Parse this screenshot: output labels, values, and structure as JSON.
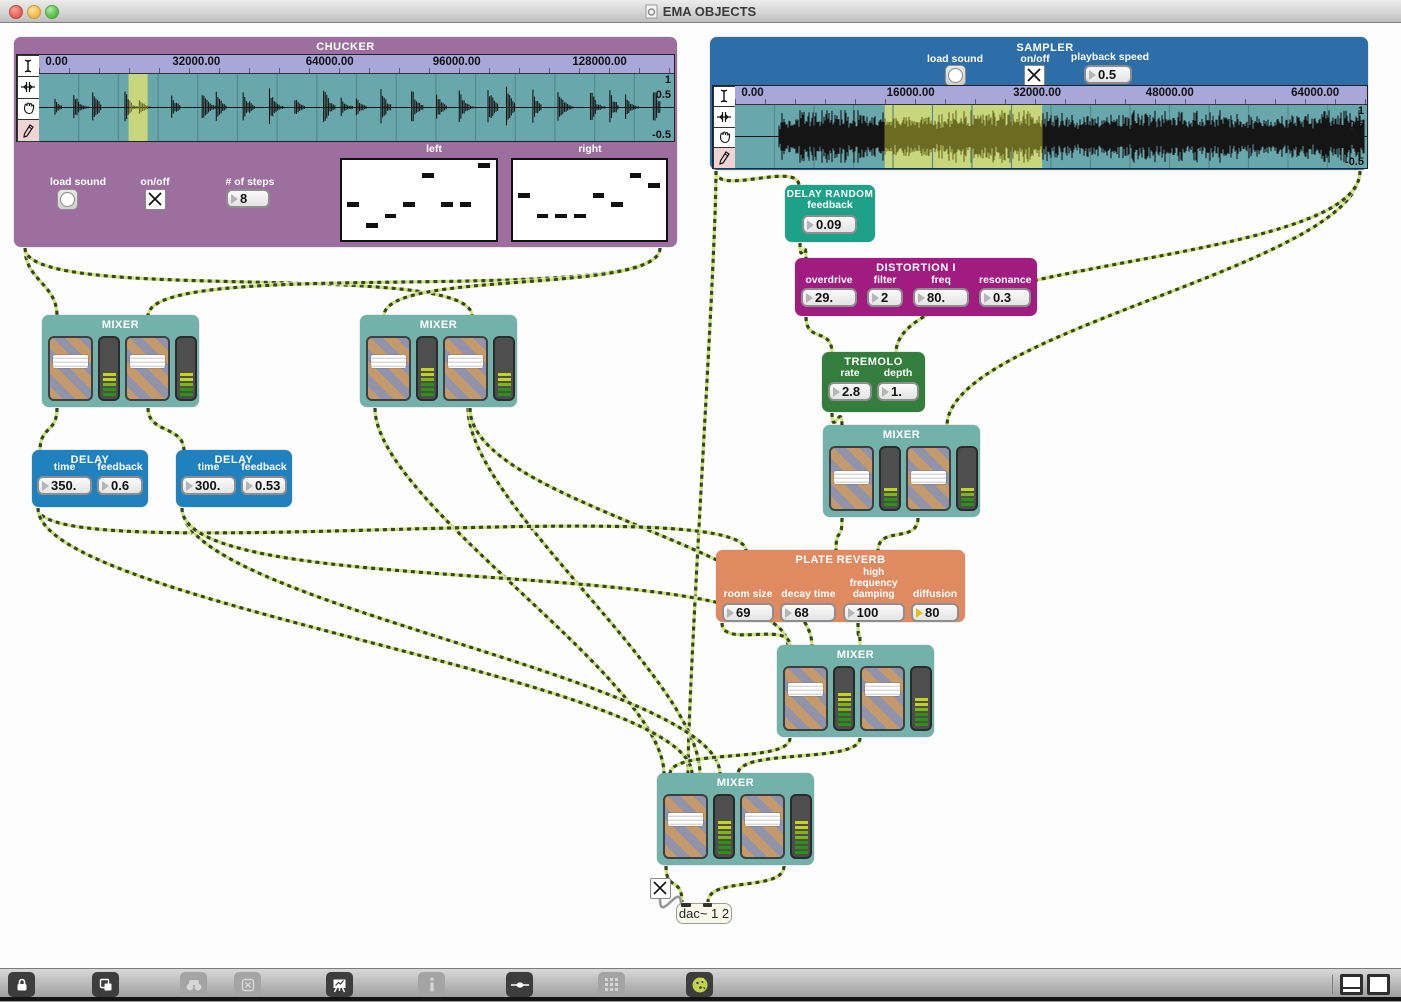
{
  "window": {
    "title": "EMA OBJECTS",
    "proxy_icon": "patcher-document-icon",
    "traffic_lights": [
      "close",
      "minimize",
      "zoom"
    ]
  },
  "colors": {
    "chucker": "#9c6f9e",
    "sampler": "#2d6da8",
    "delay_random": "#1da189",
    "distortion": "#a11c80",
    "tremolo": "#337d3d",
    "mixer": "#72b2ab",
    "delay": "#2180be",
    "plate_reverb": "#e08a62",
    "wave_bg": "#68a8ac",
    "wave_ruler": "#a9a6da",
    "wave_selection": "#c8d77d",
    "cord_light": "#cbe47a",
    "cord_dark": "#39451c"
  },
  "chucker": {
    "title": "CHUCKER",
    "tools": [
      "ibeam-select-tool",
      "loop-adjust-tool",
      "hand-scroll-tool",
      "pencil-draw-tool"
    ],
    "ruler": [
      "0.00",
      "32000.00",
      "64000.00",
      "96000.00",
      "128000.00"
    ],
    "scale": [
      "1",
      "0.5",
      "-0.5"
    ],
    "num_segments": 16,
    "selection": {
      "start_frac": 0.141,
      "width_frac": 0.03
    },
    "load_sound_label": "load sound",
    "onoff_label": "on/off",
    "onoff_checked": true,
    "steps_label": "# of steps",
    "steps_value": "8",
    "left_label": "left",
    "right_label": "right",
    "left_values": [
      0.43,
      0.14,
      0.27,
      0.43,
      0.84,
      0.43,
      0.43,
      0.98
    ],
    "right_values": [
      0.56,
      0.27,
      0.27,
      0.27,
      0.56,
      0.43,
      0.84,
      0.7
    ]
  },
  "sampler": {
    "title": "SAMPLER",
    "tools": [
      "ibeam-select-tool",
      "loop-adjust-tool",
      "hand-scroll-tool",
      "pencil-draw-tool"
    ],
    "ruler": [
      "0.00",
      "16000.00",
      "32000.00",
      "48000.00",
      "64000.00"
    ],
    "scale": [
      "1",
      "0.5",
      "-0.5"
    ],
    "num_segments": 16,
    "selection": {
      "start_frac": 0.237,
      "width_frac": 0.249
    },
    "load_sound_label": "load sound",
    "onoff_label": "on/off",
    "onoff_checked": true,
    "playback_label": "playback speed",
    "playback_value": "0.5"
  },
  "delay_random": {
    "title": "DELAY RANDOM",
    "params": [
      {
        "label": "feedback",
        "value": "0.09"
      }
    ]
  },
  "distortion": {
    "title": "DISTORTION I",
    "params": [
      {
        "label": "overdrive",
        "value": "29."
      },
      {
        "label": "filter",
        "value": "2"
      },
      {
        "label": "freq",
        "value": "80."
      },
      {
        "label": "resonance",
        "value": "0.3"
      }
    ]
  },
  "tremolo": {
    "title": "TREMOLO",
    "params": [
      {
        "label": "rate",
        "value": "2.8"
      },
      {
        "label": "depth",
        "value": "1."
      }
    ]
  },
  "delay1": {
    "title": "DELAY",
    "params": [
      {
        "label": "time",
        "value": "350."
      },
      {
        "label": "feedback",
        "value": "0.6"
      }
    ]
  },
  "delay2": {
    "title": "DELAY",
    "params": [
      {
        "label": "time",
        "value": "300."
      },
      {
        "label": "feedback",
        "value": "0.53"
      }
    ]
  },
  "plate_reverb": {
    "title": "PLATE REVERB",
    "params": [
      {
        "label": "room size",
        "value": "69"
      },
      {
        "label": "decay time",
        "value": "68"
      },
      {
        "label": "high frequency damping",
        "value": "100"
      },
      {
        "label": "diffusion",
        "value": "80",
        "highlight": true
      }
    ]
  },
  "mixers": [
    {
      "title": "MIXER",
      "channels": [
        {
          "slider": 0.3,
          "meter": 0.42
        },
        {
          "slider": 0.3,
          "meter": 0.4
        }
      ]
    },
    {
      "title": "MIXER",
      "channels": [
        {
          "slider": 0.3,
          "meter": 0.46
        },
        {
          "slider": 0.3,
          "meter": 0.44
        }
      ]
    },
    {
      "title": "MIXER",
      "channels": [
        {
          "slider": 0.45,
          "meter": 0.36
        },
        {
          "slider": 0.45,
          "meter": 0.3
        }
      ]
    },
    {
      "title": "MIXER",
      "channels": [
        {
          "slider": 0.27,
          "meter": 0.56
        },
        {
          "slider": 0.27,
          "meter": 0.52
        }
      ]
    },
    {
      "title": "MIXER",
      "channels": [
        {
          "slider": 0.3,
          "meter": 0.62
        },
        {
          "slider": 0.3,
          "meter": 0.56
        }
      ]
    }
  ],
  "output": {
    "toggle_checked": true,
    "dac_label": "dac~ 1 2"
  },
  "toolbar": {
    "left_icons": [
      {
        "name": "lock-icon",
        "active": true
      },
      {
        "name": "paste-icon",
        "active": true
      },
      {
        "name": "binoculars-search-icon",
        "active": false
      },
      {
        "name": "close-box-icon",
        "active": false
      },
      {
        "name": "presentation-mode-icon",
        "active": true
      },
      {
        "name": "info-icon",
        "active": false
      },
      {
        "name": "patch-cord-mode-icon",
        "active": true
      },
      {
        "name": "grid-icon",
        "active": false
      },
      {
        "name": "audio-fx-icon",
        "active": true
      }
    ],
    "right_icons": [
      {
        "name": "split-window-icon"
      },
      {
        "name": "window-icon"
      }
    ]
  }
}
